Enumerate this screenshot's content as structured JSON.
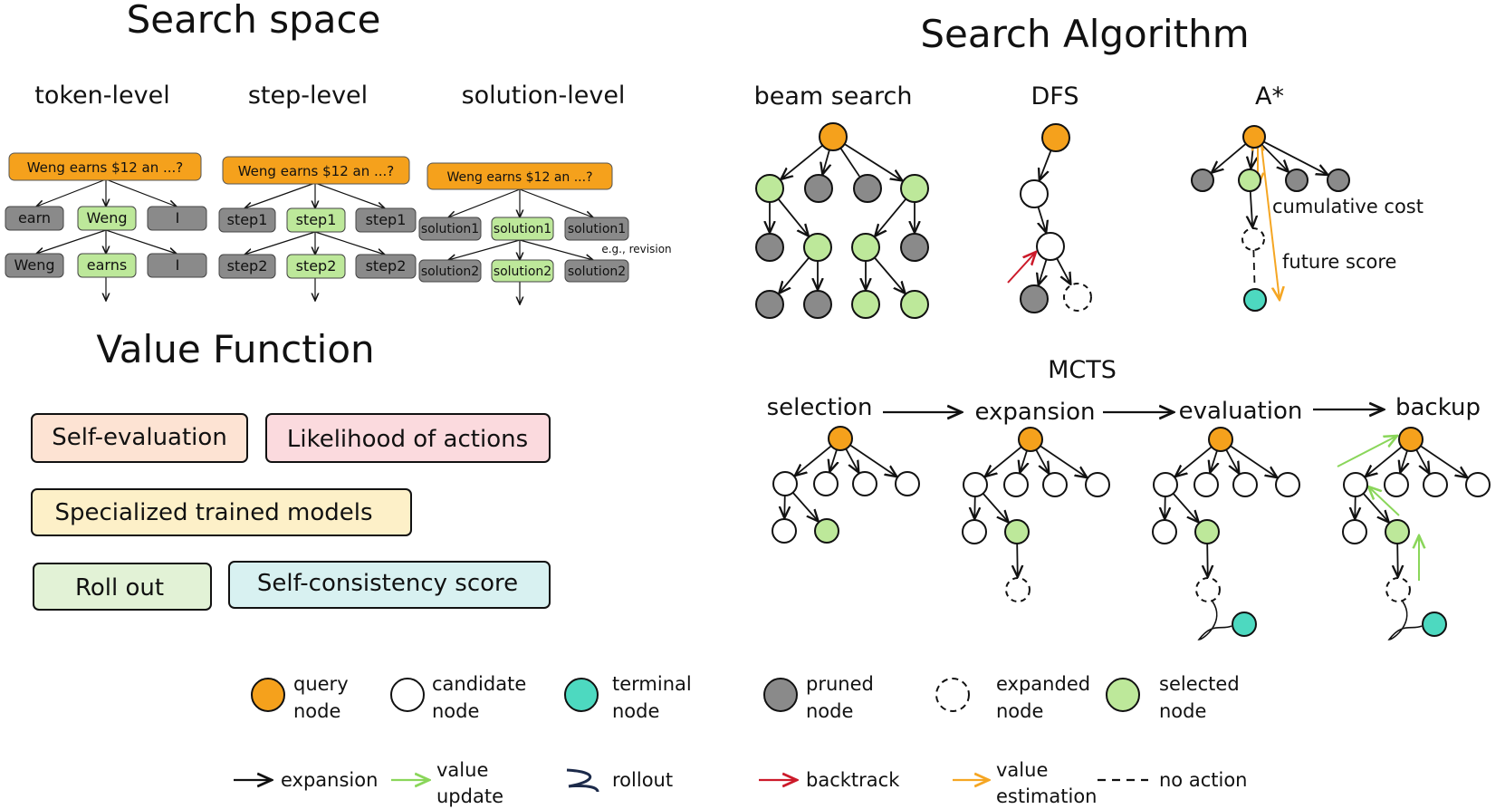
{
  "colors": {
    "orange": "#f5a11c",
    "green": "#bde89a",
    "gray": "#8a8a8a",
    "teal": "#4dd9c0",
    "red": "#cc1a2a",
    "value_estimation": "#f5a623",
    "value_update": "#8ad65a"
  },
  "search_space": {
    "title": "Search space",
    "token_level": {
      "label": "token-level",
      "query": "Weng earns $12 an ...?",
      "row1": [
        "earn",
        "Weng",
        "I"
      ],
      "row2": [
        "Weng",
        "earns",
        "I"
      ]
    },
    "step_level": {
      "label": "step-level",
      "query": "Weng earns $12 an ...?",
      "row1": [
        "step1",
        "step1",
        "step1"
      ],
      "row2": [
        "step2",
        "step2",
        "step2"
      ]
    },
    "solution_level": {
      "label": "solution-level",
      "query": "Weng earns $12 an ...?",
      "row1": [
        "solution1",
        "solution1",
        "solution1"
      ],
      "row2": [
        "solution2",
        "solution2",
        "solution2"
      ],
      "note": "e.g., revision"
    }
  },
  "value_function": {
    "title": "Value Function",
    "items": [
      {
        "label": "Self-evaluation",
        "color": "#fde3d3"
      },
      {
        "label": "Likelihood of actions",
        "color": "#fbdade"
      },
      {
        "label": "Specialized trained models",
        "color": "#fdf0c8"
      },
      {
        "label": "Roll out",
        "color": "#e2f2d6"
      },
      {
        "label": "Self-consistency score",
        "color": "#d8f1f1"
      }
    ]
  },
  "search_algorithm": {
    "title": "Search Algorithm",
    "beam_search": "beam search",
    "dfs": "DFS",
    "astar": {
      "label": "A*",
      "cumulative_cost": "cumulative cost",
      "future_score": "future score"
    },
    "mcts": {
      "title": "MCTS",
      "stages": [
        "selection",
        "expansion",
        "evaluation",
        "backup"
      ]
    }
  },
  "legend": {
    "nodes": [
      {
        "line1": "query",
        "line2": "node",
        "icon": "query-node-icon"
      },
      {
        "line1": "candidate",
        "line2": "node",
        "icon": "candidate-node-icon"
      },
      {
        "line1": "terminal",
        "line2": "node",
        "icon": "terminal-node-icon"
      },
      {
        "line1": "pruned",
        "line2": "node",
        "icon": "pruned-node-icon"
      },
      {
        "line1": "expanded",
        "line2": "node",
        "icon": "expanded-node-icon"
      },
      {
        "line1": "selected",
        "line2": "node",
        "icon": "selected-node-icon"
      }
    ],
    "edges": {
      "expansion": "expansion",
      "value_update_1": "value",
      "value_update_2": "update",
      "rollout": "rollout",
      "backtrack": "backtrack",
      "value_estimation_1": "value",
      "value_estimation_2": "estimation",
      "no_action": "no action"
    }
  }
}
